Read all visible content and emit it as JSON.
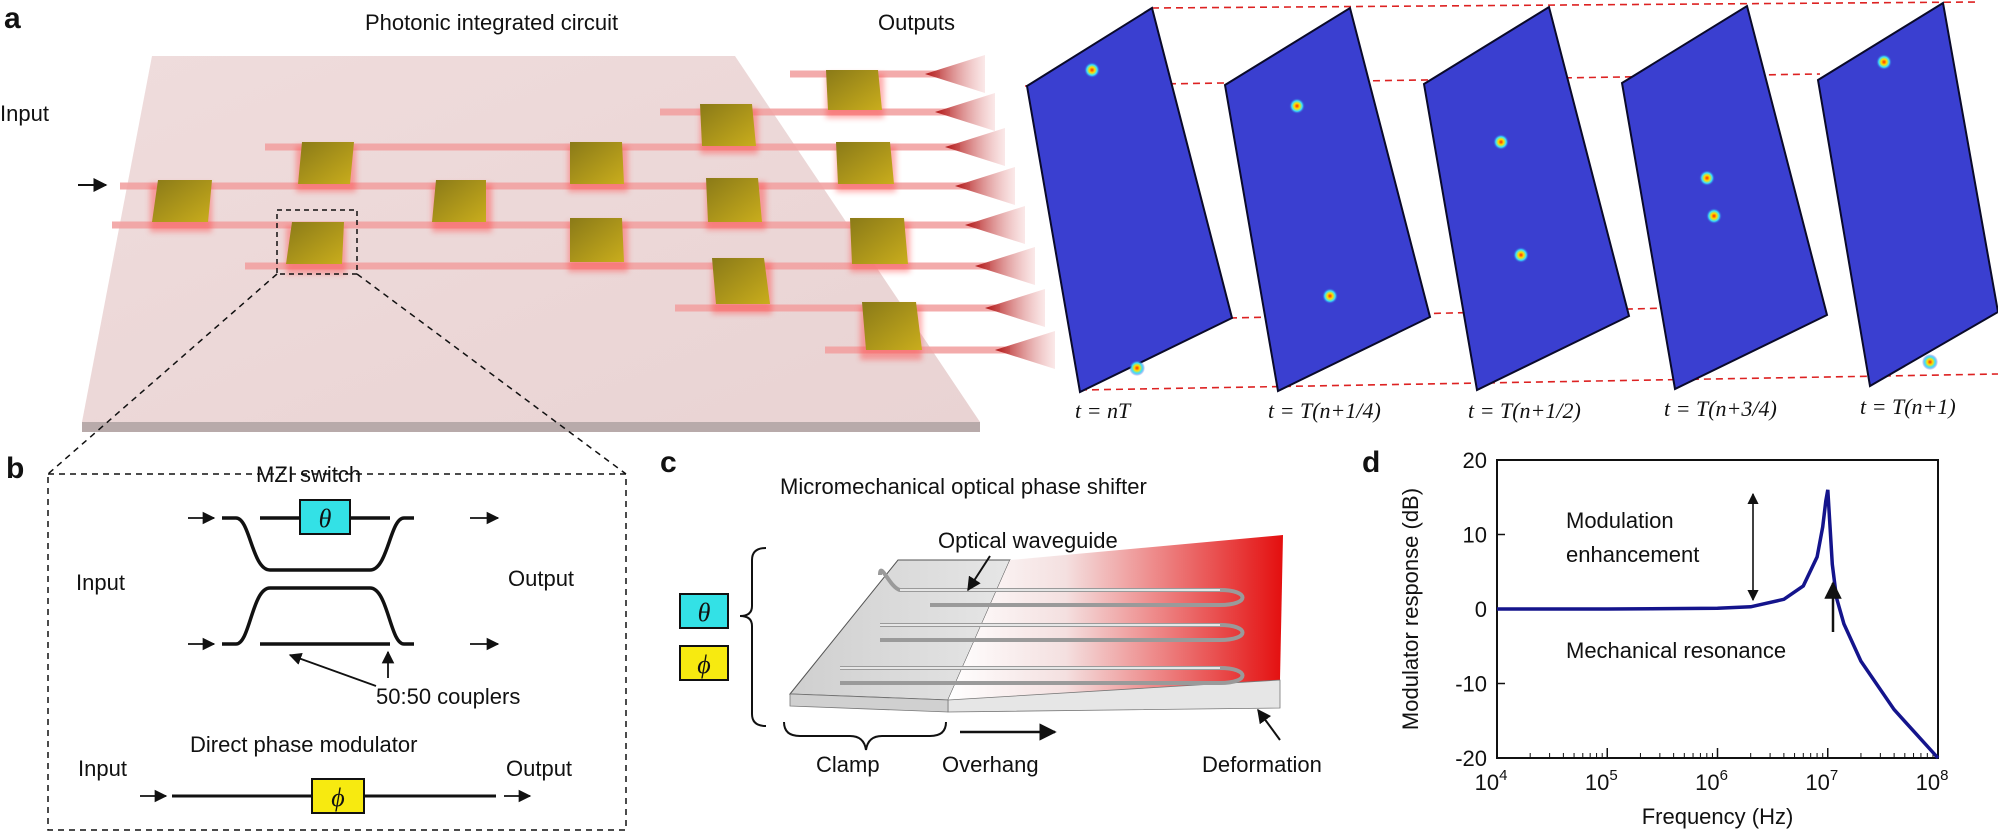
{
  "panel_a": {
    "letter": "a",
    "title": "Photonic integrated circuit",
    "outputs_label": "Outputs",
    "input_label": "Input",
    "frame_labels": [
      "t = nT",
      "t = T(n+1/4)",
      "t = T(n+1/2)",
      "t = T(n+3/4)",
      "t = T(n+1)"
    ]
  },
  "panel_b": {
    "letter": "b",
    "title": "MZI switch",
    "theta": "θ",
    "input": "Input",
    "output": "Output",
    "couplers": "50:50 couplers",
    "direct_title": "Direct phase modulator",
    "phi": "ϕ",
    "input2": "Input",
    "output2": "Output"
  },
  "panel_c": {
    "letter": "c",
    "title": "Micromechanical optical phase shifter",
    "waveguide": "Optical waveguide",
    "theta": "θ",
    "phi": "ϕ",
    "clamp": "Clamp",
    "overhang": "Overhang",
    "deformation": "Deformation"
  },
  "panel_d": {
    "letter": "d",
    "modulation": "Modulation",
    "enhancement": "enhancement",
    "resonance": "Mechanical resonance",
    "chart_data": {
      "type": "line",
      "xlabel": "Frequency (Hz)",
      "ylabel": "Modulator response (dB)",
      "xscale": "log",
      "xlim": [
        10000,
        100000000
      ],
      "ylim": [
        -20,
        20
      ],
      "xticks": [
        {
          "base": "10",
          "exp": "4"
        },
        {
          "base": "10",
          "exp": "5"
        },
        {
          "base": "10",
          "exp": "6"
        },
        {
          "base": "10",
          "exp": "7"
        },
        {
          "base": "10",
          "exp": "8"
        }
      ],
      "yticks": [
        "20",
        "10",
        "0",
        "-10",
        "-20"
      ],
      "series_color": "#14148c",
      "x": [
        10000,
        100000,
        1000000,
        2000000,
        4000000,
        6000000,
        8000000,
        9000000,
        9600000,
        10000000,
        10400000,
        11000000,
        12000000,
        14000000,
        20000000,
        40000000,
        100000000
      ],
      "y": [
        0,
        0,
        0.1,
        0.3,
        1.3,
        3.1,
        7.0,
        11.0,
        14.5,
        16.0,
        12.0,
        6.0,
        1.5,
        -2.0,
        -7.0,
        -13.5,
        -20.0
      ]
    }
  }
}
